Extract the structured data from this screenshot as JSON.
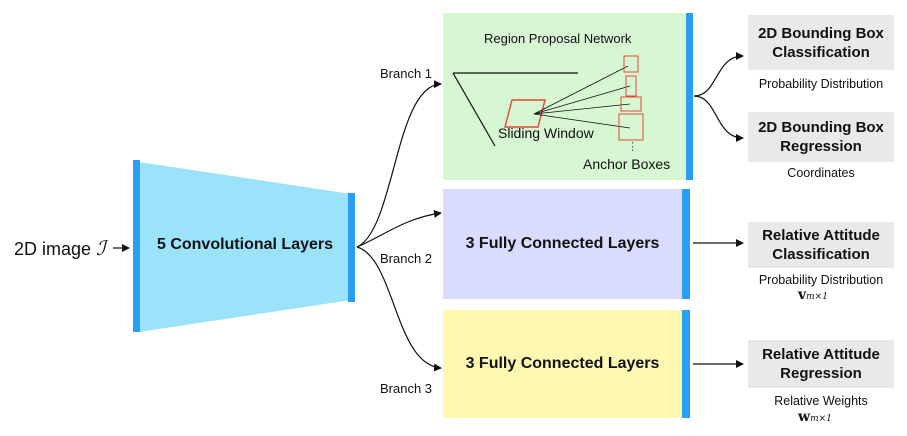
{
  "input": {
    "label": "2D image",
    "symbol": "ℐ"
  },
  "backbone": {
    "label": "5 Convolutional Layers"
  },
  "branches": [
    {
      "label": "Branch 1"
    },
    {
      "label": "Branch 2"
    },
    {
      "label": "Branch 3"
    }
  ],
  "rpn": {
    "title": "Region Proposal Network",
    "sliding_window": "Sliding Window",
    "anchor_boxes": "Anchor Boxes",
    "dots": "⋮"
  },
  "fc_branch2": {
    "label": "3 Fully Connected Layers"
  },
  "fc_branch3": {
    "label": "3 Fully Connected Layers"
  },
  "outputs": [
    {
      "title_line1": "2D Bounding Box",
      "title_line2": "Classification",
      "caption": "Probability Distribution",
      "vector": ""
    },
    {
      "title_line1": "2D Bounding Box",
      "title_line2": "Regression",
      "caption": "Coordinates",
      "vector": ""
    },
    {
      "title_line1": "Relative Attitude",
      "title_line2": "Classification",
      "caption": "Probability Distribution",
      "vector": "v",
      "vector_sub": "m×1"
    },
    {
      "title_line1": "Relative Attitude",
      "title_line2": "Regression",
      "caption": "Relative Weights",
      "vector": "w",
      "vector_sub": "m×1"
    }
  ],
  "colors": {
    "backbone_fill": "#9ae3fb",
    "bar": "#2a9df4",
    "rpn_fill": "#d6f7d2",
    "fc2_fill": "#dadcff",
    "fc3_fill": "#fff8b0",
    "output_fill": "#e9e9e9",
    "anchor_red": "#e0483a"
  }
}
